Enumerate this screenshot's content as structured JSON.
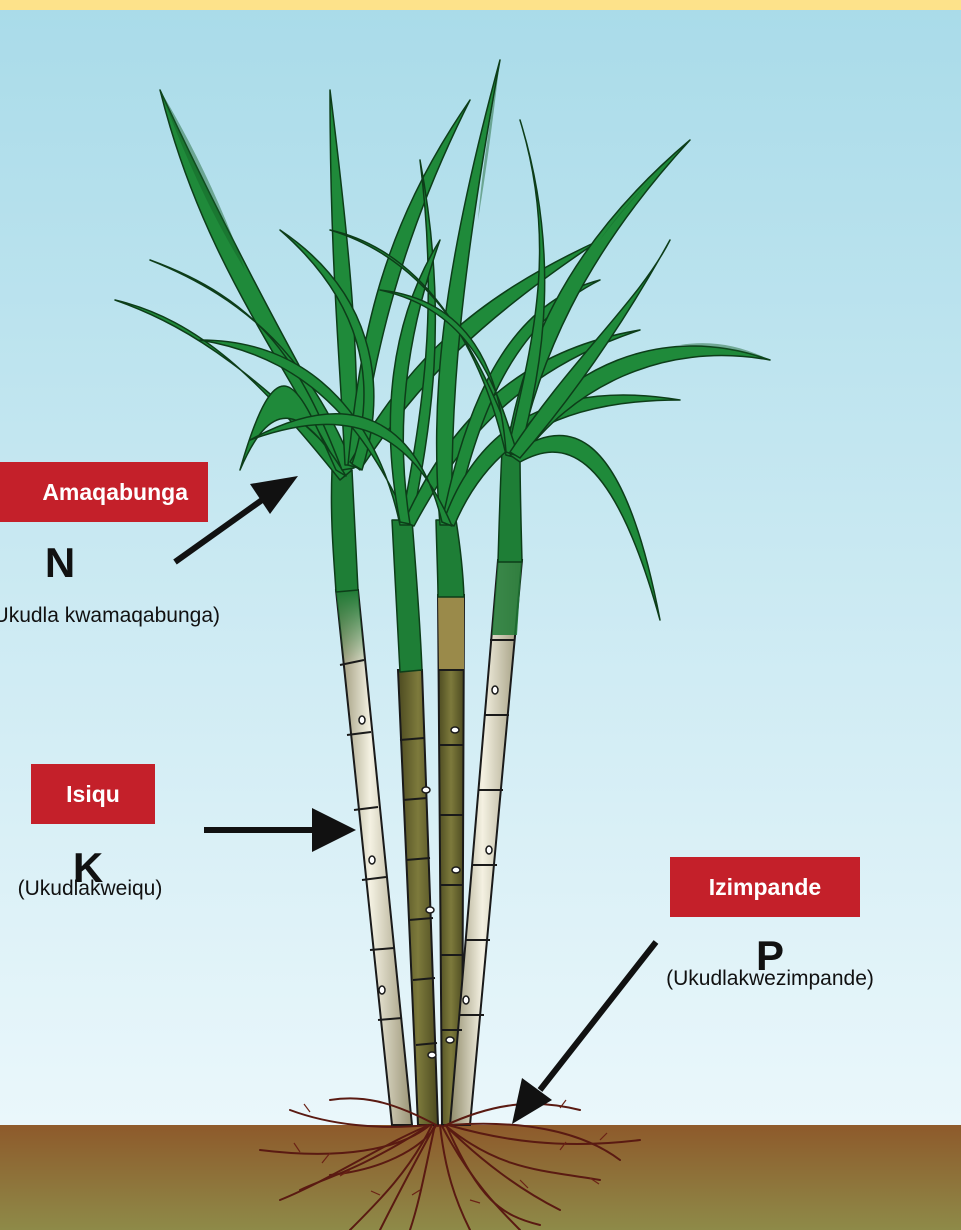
{
  "labels": {
    "leaves": {
      "tag": "Amaqabunga",
      "letter": "N",
      "note": "(Ukudla kwamaqabunga)"
    },
    "stalk": {
      "tag": "Isiqu",
      "letter": "K",
      "note": "(Ukudlakweiqu)"
    },
    "roots": {
      "tag": "Izimpande",
      "letter": "P",
      "note": "(Ukudlakwezimpande)"
    }
  },
  "colors": {
    "top_band": "#fde28a",
    "sky_top": "#a9dbe9",
    "sky_bottom": "#e8f6fb",
    "soil": "#8e6330",
    "label_red": "#c4202a",
    "leaf_green": "#1f8a3a",
    "root": "#5a1a12"
  }
}
